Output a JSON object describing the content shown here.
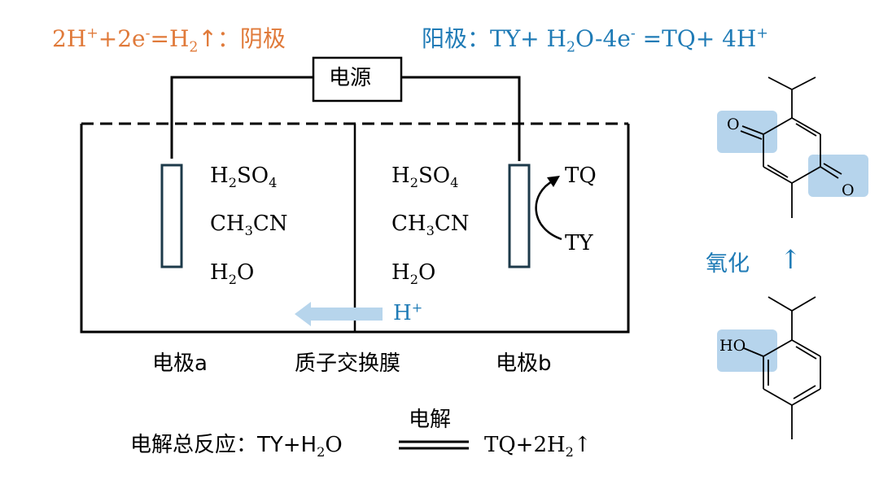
{
  "header": {
    "cathode_pre": "2H",
    "cathode_sup1": "+",
    "cathode_mid": "+2e",
    "cathode_sup2": "-",
    "cathode_eq": "=H",
    "cathode_sub": "2",
    "cathode_post": "↑：阴极",
    "anode_label": "阳极：",
    "anode_a": "TY+ H",
    "anode_sub": "2",
    "anode_b": "O-4e",
    "anode_sup": "-",
    "anode_c": " =TQ+ 4H",
    "anode_sup2": "+"
  },
  "power_supply": "电源",
  "left_cell": {
    "h2so4_a": "H",
    "h2so4_sub1": "2",
    "h2so4_b": "SO",
    "h2so4_sub2": "4",
    "ch3cn_a": "CH",
    "ch3cn_sub": "3",
    "ch3cn_b": "CN",
    "h2o_a": "H",
    "h2o_sub": "2",
    "h2o_b": "O"
  },
  "right_cell": {
    "h2so4_a": "H",
    "h2so4_sub1": "2",
    "h2so4_b": "SO",
    "h2so4_sub2": "4",
    "ch3cn_a": "CH",
    "ch3cn_sub": "3",
    "ch3cn_b": "CN",
    "h2o_a": "H",
    "h2o_sub": "2",
    "h2o_b": "O",
    "tq": "TQ",
    "ty": "TY",
    "proton_a": "H",
    "proton_sup": "+"
  },
  "labels": {
    "electrode_a": "电极a",
    "membrane": "质子交换膜",
    "electrode_b": "电极b"
  },
  "overall": {
    "prefix": "电解总反应：TY+H",
    "sub": "2",
    "mid": "O",
    "condition": "电解",
    "product": "TQ+2H",
    "product_sub": "2",
    "arrow": "↑"
  },
  "structures": {
    "quinone_o1": "O",
    "quinone_o2": "O",
    "oxidation_label": "氧化",
    "oxidation_arrow": "↑",
    "phenol_ho": "HO"
  },
  "colors": {
    "orange": "#e07a3a",
    "blue": "#1f7bb6",
    "highlight": "#a9cde9",
    "proton_arrow": "#b7d5ec"
  }
}
